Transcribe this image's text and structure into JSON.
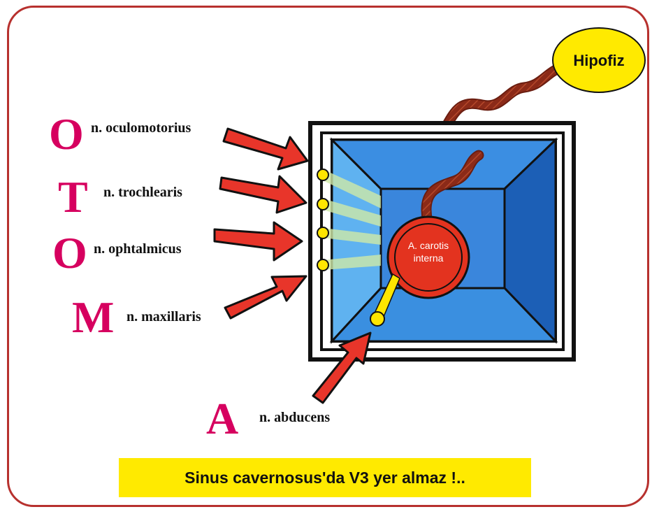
{
  "letters": {
    "o1": "O",
    "t": "T",
    "o2": "O",
    "m": "M",
    "a": "A"
  },
  "nerves": {
    "oculomotorius": "n. oculomotorius",
    "trochlearis": "n. trochlearis",
    "ophtalmicus": "n. ophtalmicus",
    "maxillaris": "n. maxillaris",
    "abducens": "n. abducens"
  },
  "labels": {
    "hipofiz": "Hipofiz",
    "carotis": "A. carotis interna"
  },
  "note": "Sinus cavernosus'da V3 yer almaz !..",
  "colors": {
    "frame": "#b7312e",
    "letters": "#d6005f",
    "arrow": "#e8352a",
    "box_outer": "#1a2a8c",
    "sinus_blue": "#3a8fe0",
    "artery": "#e3331f",
    "nerve_dot": "#ffe600",
    "hipofiz_fill": "#ffea00",
    "stalk": "#8b2a18",
    "note_bg": "#ffea00"
  }
}
